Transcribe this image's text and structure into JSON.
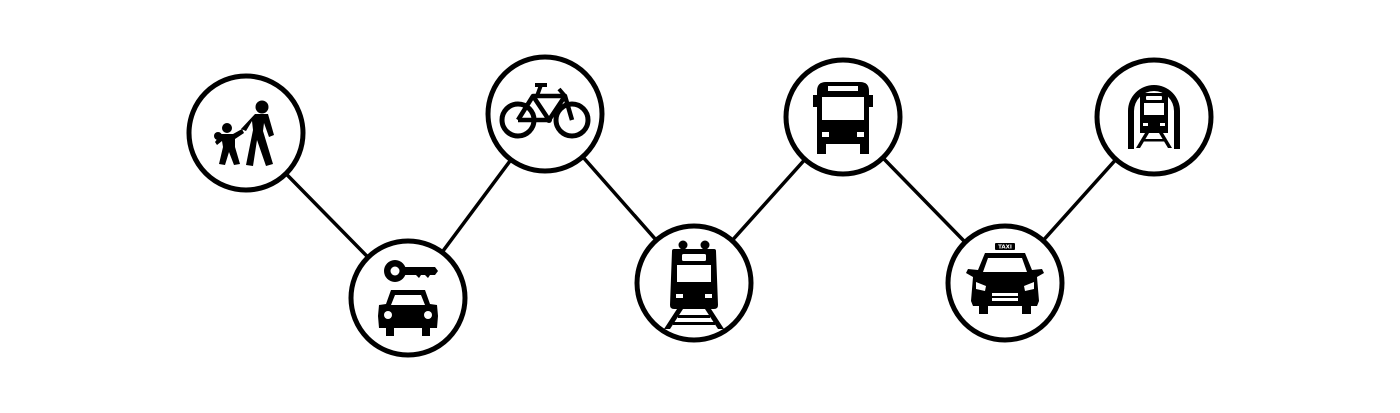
{
  "diagram": {
    "colors": {
      "stroke": "#000000",
      "background": "#ffffff"
    },
    "nodes": [
      {
        "id": "walking",
        "icon": "pedestrian-adult-child-icon"
      },
      {
        "id": "car-rental",
        "icon": "car-with-key-icon"
      },
      {
        "id": "bicycle",
        "icon": "bicycle-icon"
      },
      {
        "id": "train",
        "icon": "train-front-icon"
      },
      {
        "id": "bus",
        "icon": "bus-front-icon"
      },
      {
        "id": "taxi",
        "icon": "taxi-icon",
        "sign_text": "TAXI"
      },
      {
        "id": "subway",
        "icon": "metro-tunnel-icon"
      }
    ],
    "connections": [
      [
        "walking",
        "car-rental"
      ],
      [
        "car-rental",
        "bicycle"
      ],
      [
        "bicycle",
        "train"
      ],
      [
        "train",
        "bus"
      ],
      [
        "bus",
        "taxi"
      ],
      [
        "taxi",
        "subway"
      ]
    ]
  }
}
